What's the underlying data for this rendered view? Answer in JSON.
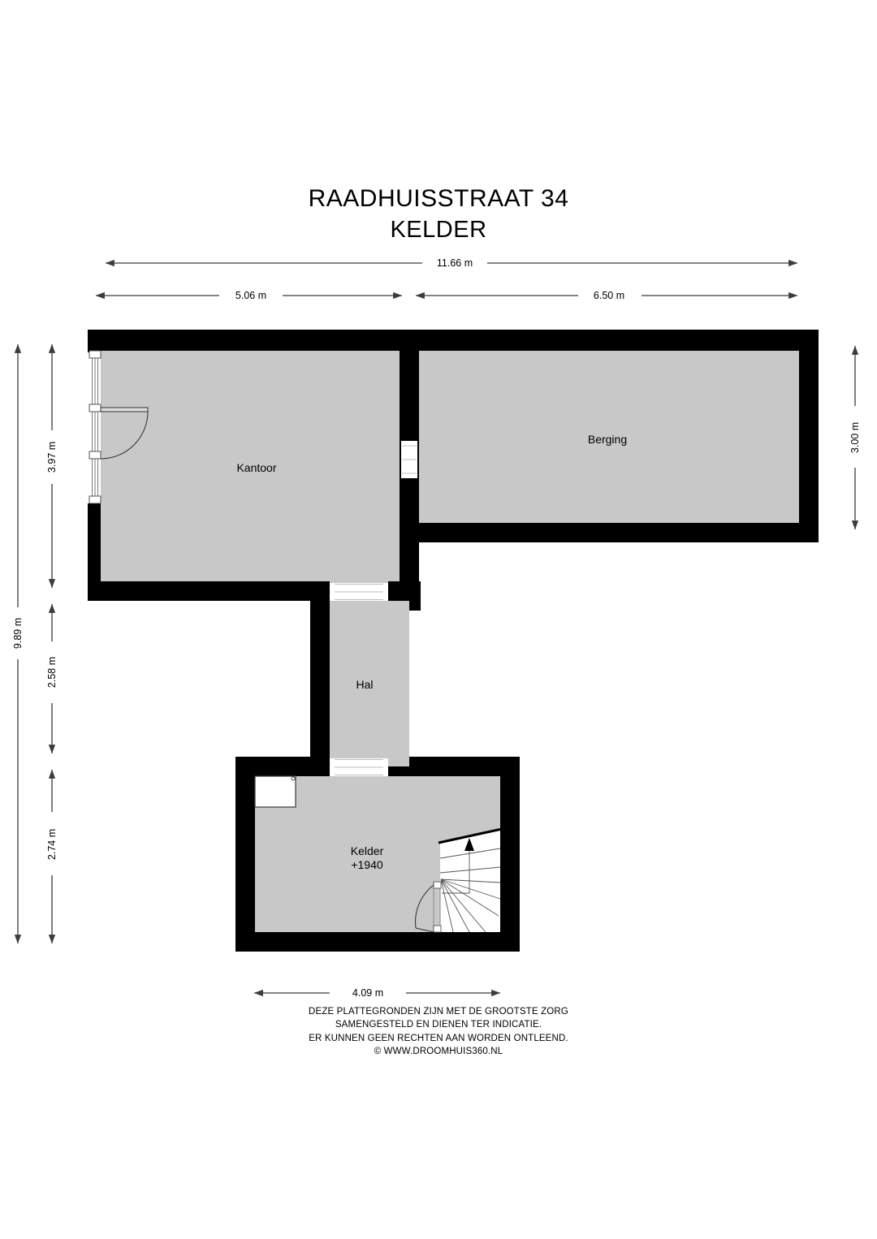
{
  "document": {
    "title_line_1": "RAADHUISSTRAAT 34",
    "title_line_2": "KELDER"
  },
  "rooms": [
    {
      "id": "kantoor",
      "label": "Kantoor",
      "sub": ""
    },
    {
      "id": "berging",
      "label": "Berging",
      "sub": ""
    },
    {
      "id": "hal",
      "label": "Hal",
      "sub": ""
    },
    {
      "id": "kelder",
      "label": "Kelder",
      "sub": "+1940"
    }
  ],
  "dimensions": {
    "top_overall": "11.66 m",
    "top_left": "5.06 m",
    "top_right": "6.50 m",
    "left_overall": "9.89 m",
    "left_upper": "3.97 m",
    "left_middle": "2.58 m",
    "left_lower": "2.74 m",
    "right_upper": "3.00 m",
    "bottom": "4.09 m"
  },
  "disclaimer": {
    "line_1": "DEZE PLATTEGRONDEN ZIJN MET DE GROOTSTE ZORG",
    "line_2": "SAMENGESTELD EN DIENEN TER INDICATIE.",
    "line_3": "ER KUNNEN GEEN RECHTEN AAN WORDEN ONTLEEND.",
    "line_4": "© WWW.DROOMHUIS360.NL"
  },
  "colors": {
    "wall": "#000000",
    "room_fill": "#c8c8c8",
    "background": "#ffffff",
    "dimension_line": "#3c3c3c",
    "text": "#000000"
  },
  "features": [
    {
      "name": "entrance-door-kantoor",
      "type": "door-swing"
    },
    {
      "name": "window-kantoor-left",
      "type": "window"
    },
    {
      "name": "doorway-kantoor-berging",
      "type": "opening"
    },
    {
      "name": "doorway-kantoor-hal",
      "type": "opening"
    },
    {
      "name": "doorway-hal-kelder",
      "type": "opening"
    },
    {
      "name": "door-kelder-stairs",
      "type": "door-swing"
    },
    {
      "name": "alcove-kelder",
      "type": "recess"
    },
    {
      "name": "staircase-kelder",
      "type": "winder-stair-up"
    }
  ]
}
